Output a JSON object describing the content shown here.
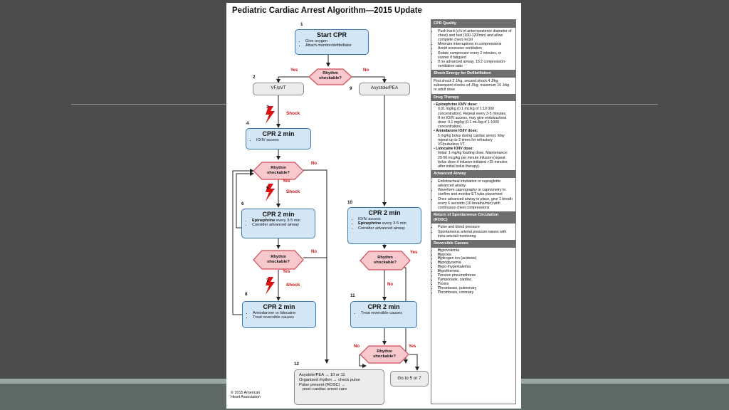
{
  "diagram": {
    "title": "Pediatric Cardiac Arrest Algorithm—2015 Update",
    "copyright": [
      "© 2015 American",
      "Heart Association"
    ],
    "yes": "Yes",
    "no": "No",
    "shock": "Shock",
    "numbers": [
      "1",
      "2",
      "3",
      "4",
      "5",
      "6",
      "7",
      "8",
      "9",
      "10",
      "11",
      "12"
    ],
    "start": {
      "title": "Start CPR",
      "items": [
        "Give oxygen",
        "Attach monitor/defibrillator"
      ]
    },
    "rhythm": [
      "Rhythm",
      "shockable?"
    ],
    "vf": "VF/pVT",
    "asystole": "Asystole/PEA",
    "cpr4": {
      "title": "CPR 2 min",
      "items": [
        "IO/IV access"
      ]
    },
    "cpr6": {
      "title": "CPR 2 min",
      "items": [
        {
          "b": "Epinephrine",
          "t": " every 3-5 min"
        },
        {
          "b": "",
          "t": "Consider advanced airway"
        }
      ]
    },
    "cpr8": {
      "title": "CPR 2 min",
      "items": [
        "Amiodarone or lidocaine",
        "Treat reversible causes"
      ]
    },
    "cpr10": {
      "title": "CPR 2 min",
      "items": [
        {
          "b": "",
          "t": "IO/IV access"
        },
        {
          "b": "Epinephrine",
          "t": " every 3-5 min"
        },
        {
          "b": "",
          "t": "Consider advanced airway"
        }
      ]
    },
    "cpr11": {
      "title": "CPR 2 min",
      "items": [
        "Treat reversible causes"
      ]
    },
    "box12": [
      "Asystole/PEA → 10 or 11",
      "Organized rhythm → check pulse",
      "Pulse present (ROSC) →",
      "post–cardiac arrest care"
    ],
    "goto": "Go to 5 or 7",
    "colors": {
      "box_fill": "#d3e6f6",
      "box_border": "#3c78b4",
      "diamond_fill": "#f7c9cc",
      "diamond_border": "#d24a57",
      "shock_red": "#cc1111",
      "header_gray": "#6c6e70"
    }
  },
  "sidebar": {
    "cpr_quality": {
      "header": "CPR Quality",
      "items": [
        "Push hard (≥⅓ of anteroposterior diameter of chest) and fast (100-120/min) and allow complete chest recoil",
        "Minimize interruptions in compressions",
        "Avoid excessive ventilation",
        "Rotate compressor every 2 minutes, or sooner if fatigued",
        "If no advanced airway, 15:2 compression-ventilation ratio"
      ]
    },
    "shock_energy": {
      "header": "Shock Energy for Defibrillation",
      "text": "First shock 2 J/kg, second shock 4 J/kg, subsequent shocks ≥4 J/kg, maximum 10 J/kg or adult dose"
    },
    "drug_therapy": {
      "header": "Drug Therapy",
      "epi_title": "Epinephrine IO/IV dose:",
      "epi_text": "0.01 mg/kg (0.1 mL/kg of 1:10 000 concentration). Repeat every 3-5 minutes.",
      "epi_text2": "If no IO/IV access, may give endotracheal dose: 0.1 mg/kg (0.1 mL/kg of 1:1000 concentration).",
      "amio_title": "Amiodarone IO/IV dose:",
      "amio_text": "5 mg/kg bolus during cardiac arrest. May repeat up to 2 times for refractory VF/pulseless VT.",
      "lido_title": "Lidocaine IO/IV dose:",
      "lido_text": "Initial: 1 mg/kg loading dose. Maintenance: 20-50 mcg/kg per minute infusion (repeat bolus dose if infusion initiated >15 minutes after initial bolus therapy)."
    },
    "advanced_airway": {
      "header": "Advanced Airway",
      "items": [
        "Endotracheal intubation or supraglottic advanced airway",
        "Waveform capnography or capnometry to confirm and monitor ET tube placement",
        "Once advanced airway in place, give 1 breath every 6 seconds (10 breaths/min) with continuous chest compressions"
      ]
    },
    "rosc": {
      "header": "Return of Spontaneous Circulation (ROSC)",
      "items": [
        "Pulse and blood pressure",
        "Spontaneous arterial pressure waves with intra-arterial monitoring"
      ]
    },
    "reversible": {
      "header": "Reversible Causes",
      "items": [
        {
          "b": "H",
          "t": "ypovolemia"
        },
        {
          "b": "H",
          "t": "ypoxia"
        },
        {
          "b": "H",
          "t": "ydrogen ion (acidosis)"
        },
        {
          "b": "H",
          "t": "ypoglycemia"
        },
        {
          "b": "H",
          "t": "ypo-/hyperkalemia"
        },
        {
          "b": "H",
          "t": "ypothermia"
        },
        {
          "b": "T",
          "t": "ension pneumothorax"
        },
        {
          "b": "T",
          "t": "amponade, cardiac"
        },
        {
          "b": "T",
          "t": "oxins"
        },
        {
          "b": "T",
          "t": "hrombosis, pulmonary"
        },
        {
          "b": "T",
          "t": "hrombosis, coronary"
        }
      ]
    }
  }
}
